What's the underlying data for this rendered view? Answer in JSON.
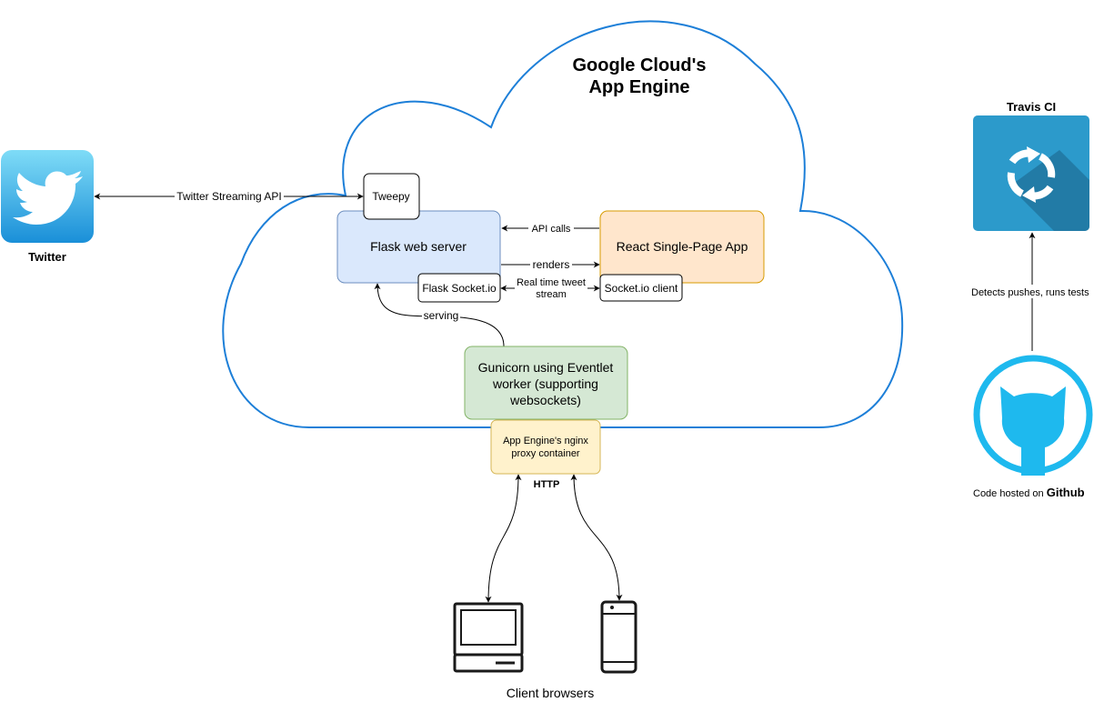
{
  "cloud": {
    "title_line1": "Google Cloud's",
    "title_line2": "App Engine"
  },
  "twitter": {
    "label": "Twitter",
    "brand_color": "#1da1f2",
    "icon": "twitter-bird-icon"
  },
  "edges": {
    "twitter_streaming_api": "Twitter Streaming API",
    "api_calls": "API calls",
    "renders": "renders",
    "realtime_line1": "Real time tweet",
    "realtime_line2": "stream",
    "serving": "serving",
    "detects_pushes": "Detects pushes, runs tests"
  },
  "boxes": {
    "tweepy": "Tweepy",
    "flask_server": "Flask web server",
    "react_app": "React Single-Page App",
    "flask_socketio": "Flask Socket.io",
    "socketio_client": "Socket.io client",
    "gunicorn_line1": "Gunicorn using Eventlet",
    "gunicorn_line2": "worker (supporting",
    "gunicorn_line3": "websockets)",
    "nginx_line1": "App Engine's nginx",
    "nginx_line2": "proxy container"
  },
  "http_label": "HTTP",
  "client_browsers": "Client browsers",
  "travis": {
    "label": "Travis CI",
    "color": "#2c9acb",
    "icon": "travis-sync-icon"
  },
  "github": {
    "label_prefix": "Code hosted on ",
    "label_bold": "Github",
    "color": "#1eb9ee",
    "icon": "github-octocat-icon"
  }
}
